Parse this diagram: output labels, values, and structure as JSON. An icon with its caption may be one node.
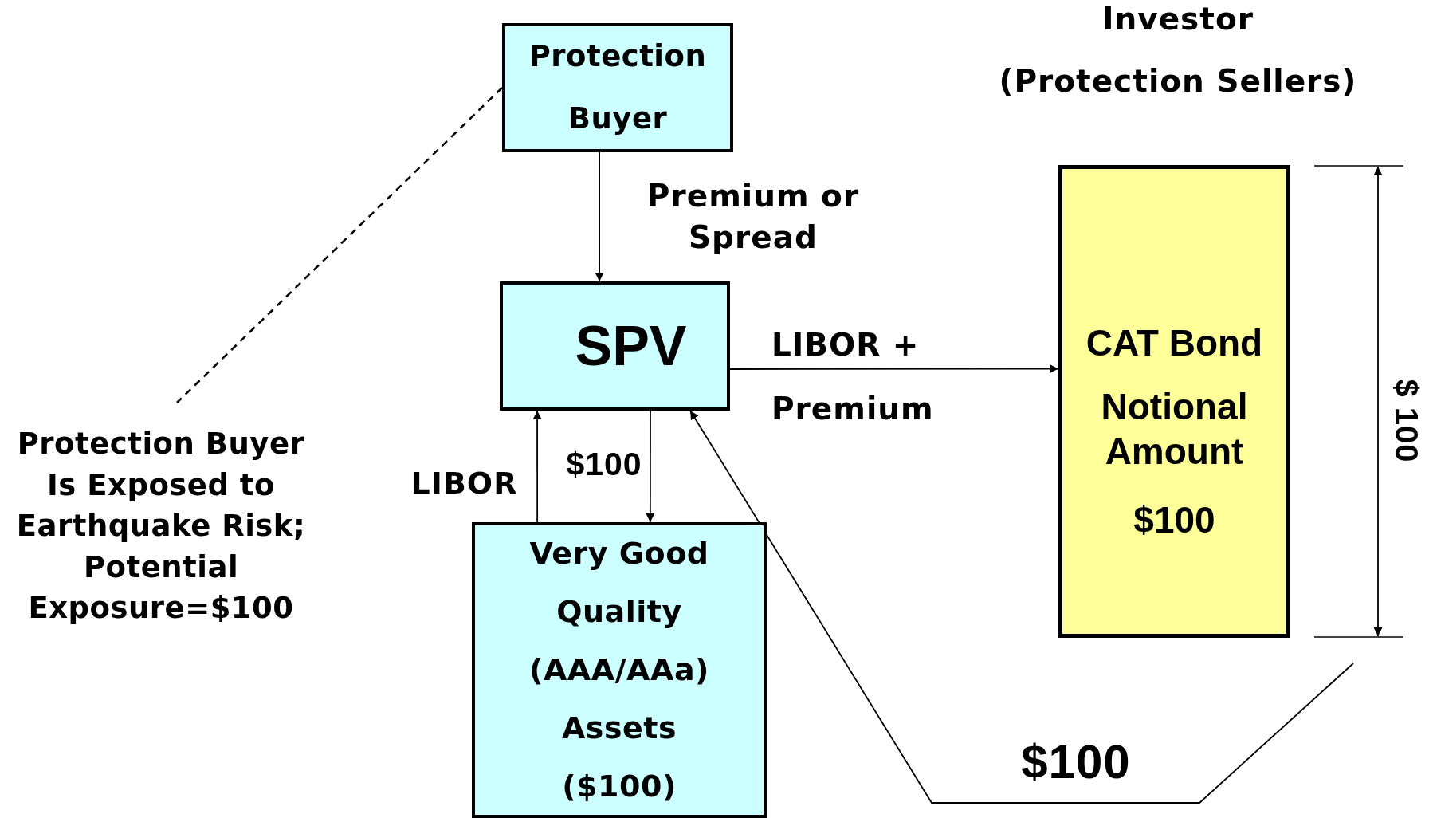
{
  "diagram": {
    "nodes": [
      {
        "text": [
          "Protection Buyer"
        ]
      },
      {
        "text": [
          "SPV"
        ]
      },
      {
        "text": [
          "Very Good Quality (AAA/AAa) Assets ($100)"
        ]
      },
      {
        "text": [
          "CAT Bond",
          "Notional Amount",
          "$100"
        ]
      },
      {
        "text": [
          "Protection Buyer Is Exposed to Earthquake Risk; Potential Exposure=$100"
        ]
      }
    ],
    "edges": [
      {
        "from": 0,
        "to": 1,
        "arrow": "to",
        "label": "Premium or Spread"
      },
      {
        "from": 1,
        "to": 3,
        "arrow": "to",
        "label": "LIBOR + Premium"
      },
      {
        "from": 1,
        "to": 2,
        "arrow": "to",
        "label": "$100"
      },
      {
        "from": 2,
        "to": 1,
        "arrow": "to",
        "label": "LIBOR"
      },
      {
        "from": null,
        "to": 1,
        "arrow": "to",
        "label": "$100"
      },
      {
        "from": 0,
        "to": 4,
        "arrow": "none",
        "style": "dashed"
      }
    ],
    "labels": [
      "Investor",
      "(Protection Sellers)",
      "$ 100"
    ]
  }
}
